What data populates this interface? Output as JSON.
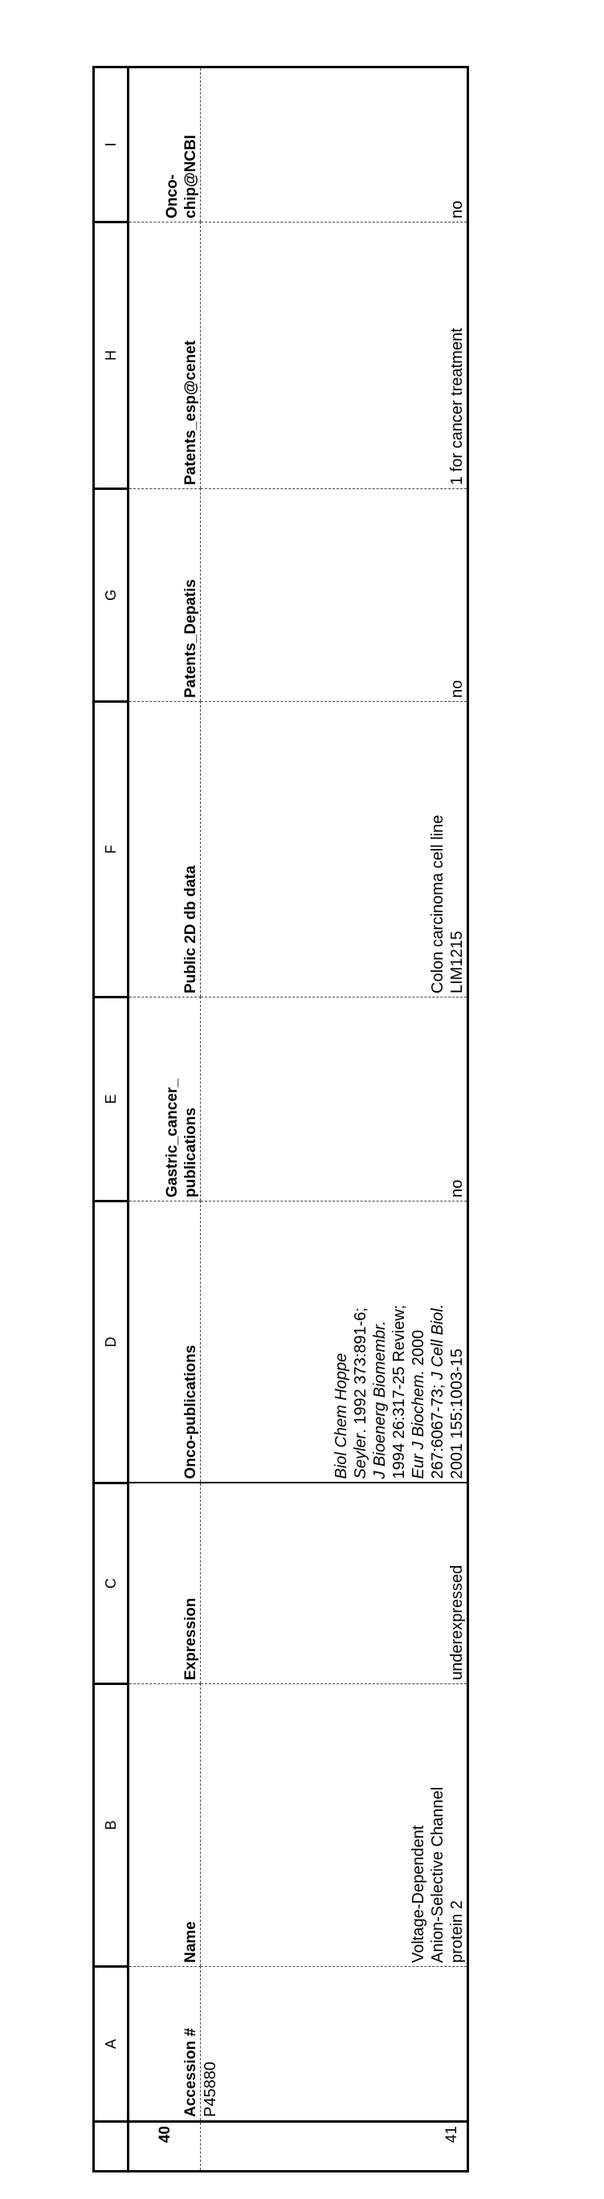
{
  "sheet": {
    "columns": [
      "A",
      "B",
      "C",
      "D",
      "E",
      "F",
      "G",
      "H",
      "I"
    ],
    "rows": {
      "header_row_number": "40",
      "data_row_number": "41"
    },
    "headers": {
      "A": "Accession #",
      "B": "Name",
      "C": "Expression",
      "D": "Onco-publications",
      "E_line1": "Gastric_cancer_",
      "E_line2": "publications",
      "F": "Public 2D db data",
      "G": "Patents_Depatis",
      "H": "Patents_esp@cenet",
      "I_line1": "Onco-",
      "I_line2": "chip@NCBI"
    },
    "record": {
      "A": "P45880",
      "B_line1": "Voltage-Dependent",
      "B_line2": "Anion-Selective Channel",
      "B_line3": "protein 2",
      "C": "underexpressed",
      "D": [
        {
          "text": "Biol Chem Hoppe",
          "italic": true
        },
        {
          "text": "Seyler. 1992 373:891-6;",
          "italic": "partial"
        },
        {
          "text": "J Bioenerg Biomembr.",
          "italic": true
        },
        {
          "text": "1994 26:317-25 Review;",
          "italic": false
        },
        {
          "text": "Eur J Biochem. 2000",
          "italic": "partial"
        },
        {
          "text": "267:6067-73; J Cell Biol.",
          "italic": "partial"
        },
        {
          "text": "2001 155:1003-15",
          "italic": false
        }
      ],
      "D_parts": {
        "l1": "Biol Chem Hoppe",
        "l2a": "Seyler",
        "l2b": ". 1992 373:891-6;",
        "l3": "J Bioenerg Biomembr.",
        "l4": "1994 26:317-25 Review;",
        "l5a": "Eur J Biochem.",
        "l5b": " 2000",
        "l6a": "267:6067-73; ",
        "l6b": "J Cell Biol.",
        "l7": "2001 155:1003-15"
      },
      "E": "no",
      "F_line1": "Colon carcinoma cell line",
      "F_line2": "LIM1215",
      "G": "no",
      "H": "1 for cancer treatment",
      "I": "no"
    }
  }
}
